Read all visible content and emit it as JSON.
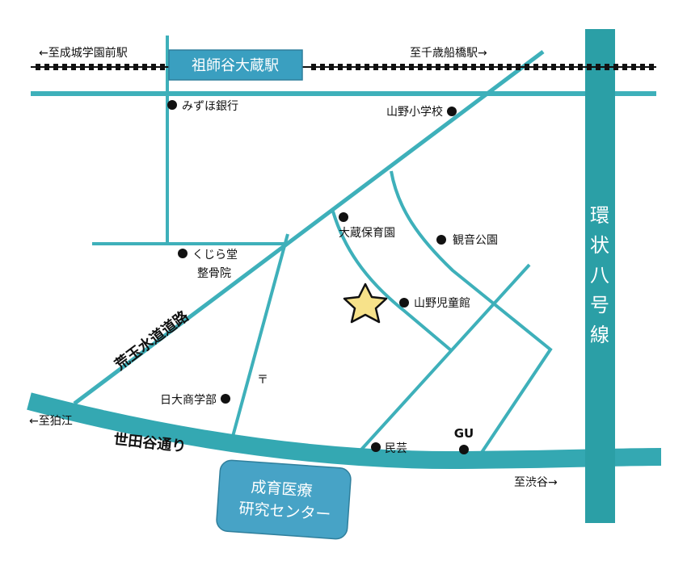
{
  "colors": {
    "road": "#34a8b2",
    "road_thin": "#3eb0ba",
    "ring8": "#2b9fa6",
    "station_box": "#3a9fc0",
    "research_box": "#47a3c6",
    "rail": "#111111",
    "poi": "#111111",
    "star_fill": "#f7e28a",
    "star_stroke": "#111111"
  },
  "station": {
    "name": "祖師谷大蔵駅"
  },
  "rail": {
    "to_west": "←至成城学園前駅",
    "to_east": "至千歳船橋駅→"
  },
  "roads": {
    "arakawa": "荒玉水道道路",
    "setagaya": "世田谷通り",
    "ring8": [
      "環",
      "状",
      "八",
      "号",
      "線"
    ]
  },
  "directions": {
    "to_komae": "←至狛江",
    "to_shibuya": "至渋谷→"
  },
  "research_center": {
    "line1": "成育医療",
    "line2": "研究センター"
  },
  "post_office_symbol": "〒",
  "poi": {
    "mizuho": "みずほ銀行",
    "yamano_school": "山野小学校",
    "okura_nursery": "大蔵保育園",
    "kannon_park": "観音公園",
    "kujira_l1": "くじら堂",
    "kujira_l2": "整骨院",
    "yamano_jido": "山野児童館",
    "nichidai": "日大商学部",
    "mingei": "民芸",
    "gu": "GU"
  },
  "destination_marker": "star-icon"
}
